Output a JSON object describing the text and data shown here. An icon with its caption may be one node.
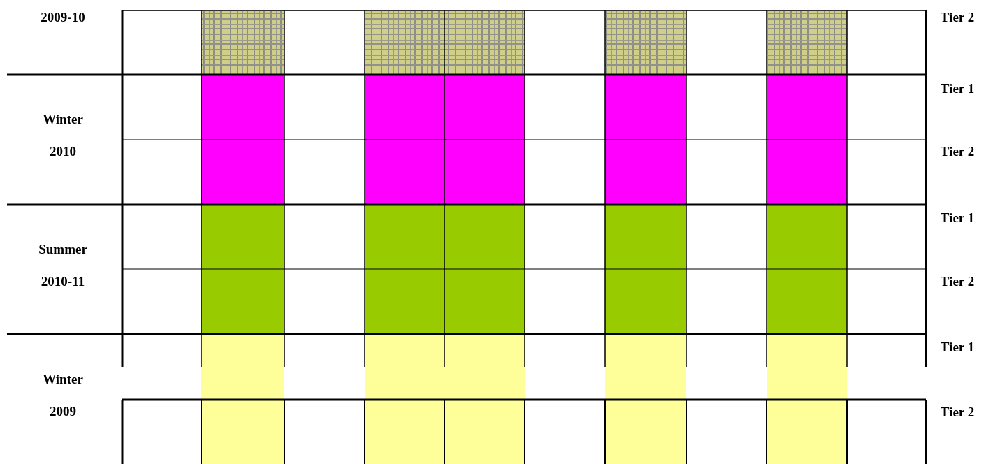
{
  "diagram": {
    "labels": [
      "2009-10",
      "Tier 2",
      "Tier 1",
      "Winter 2010",
      "Tier 2",
      "Tier 1",
      "Summer 2010-11",
      "Tier 2",
      "Tier 1",
      "Winter 2009",
      "Tier 2"
    ]
  }
}
